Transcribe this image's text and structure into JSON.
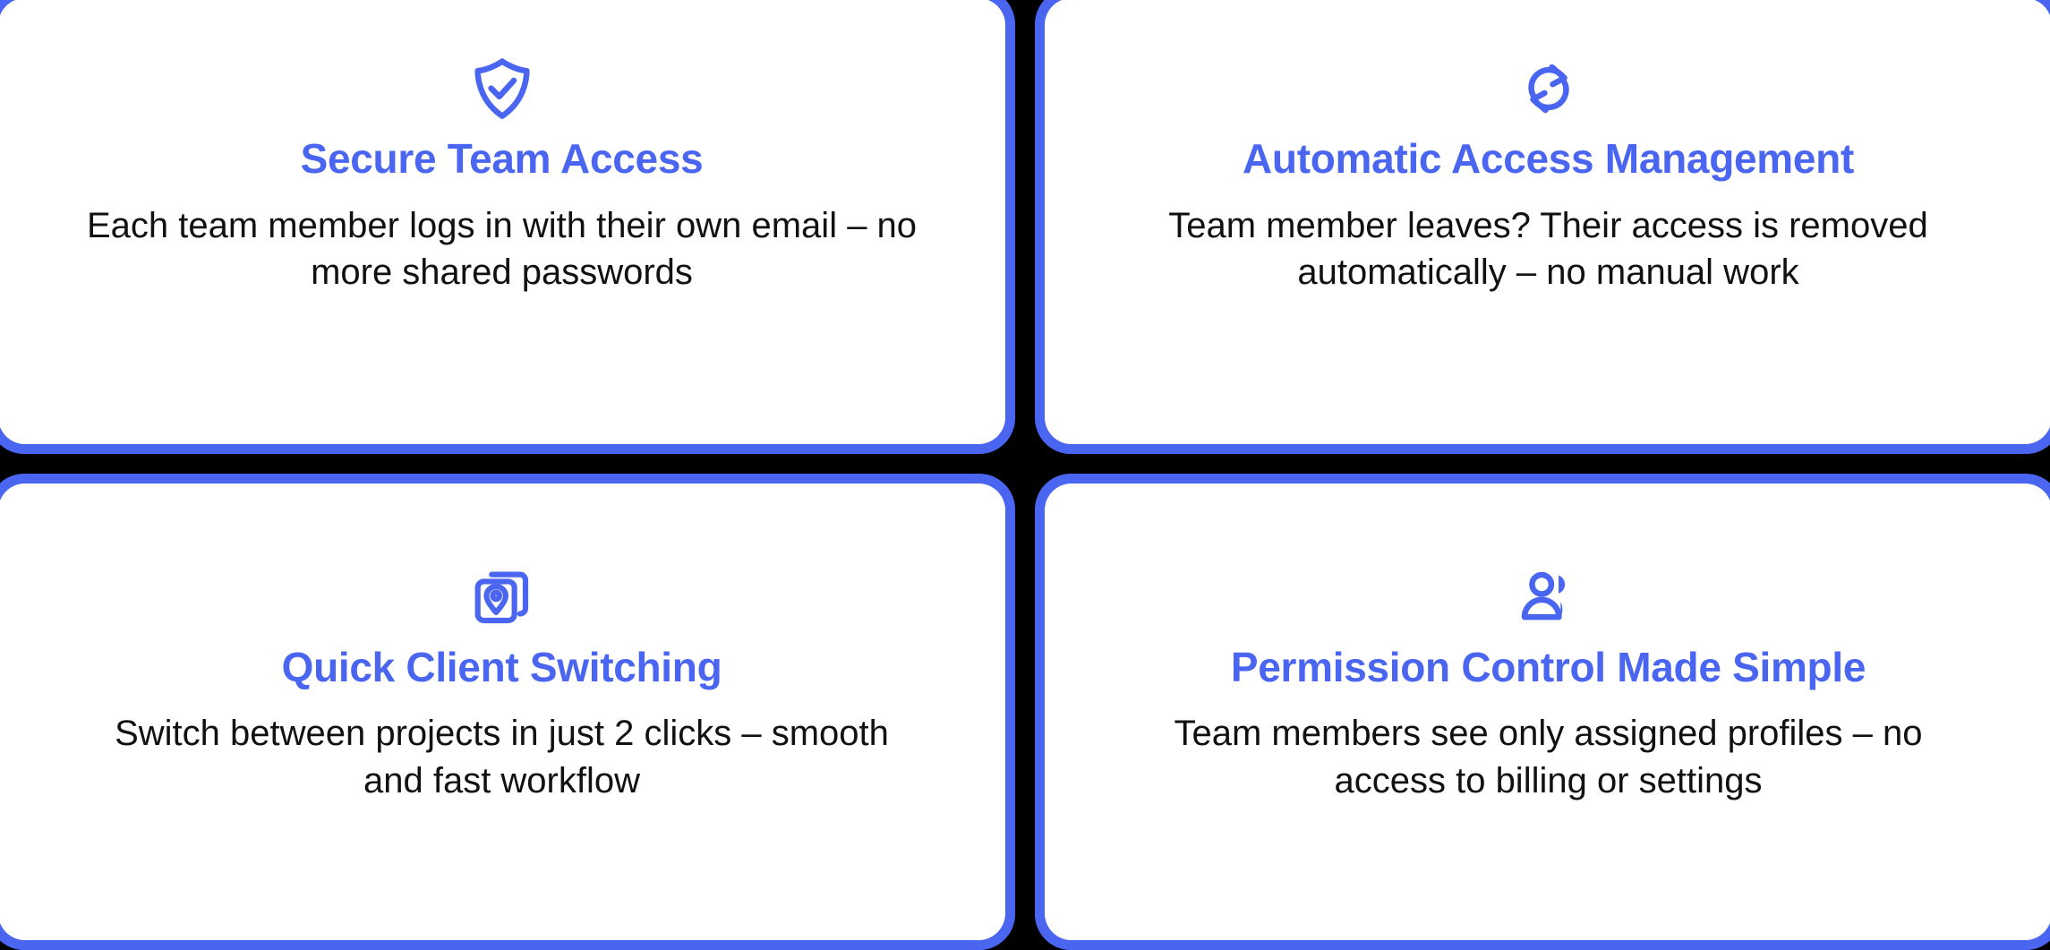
{
  "theme": {
    "accent": "#4a66f0",
    "card_background": "#ffffff",
    "page_background": "#000000",
    "body_text": "#111111"
  },
  "cards": [
    {
      "icon": "shield-check-icon",
      "title": "Secure Team Access",
      "description": "Each team member logs in with their own email – no more shared passwords"
    },
    {
      "icon": "refresh-cycle-icon",
      "title": "Automatic Access Management",
      "description": "Team member leaves? Their access is removed automatically – no manual work"
    },
    {
      "icon": "stacked-cards-pin-icon",
      "title": "Quick Client Switching",
      "description": "Switch between projects in just 2 clicks – smooth and fast workflow"
    },
    {
      "icon": "users-group-icon",
      "title": "Permission Control Made Simple",
      "description": "Team members see only assigned profiles – no access to billing or settings"
    }
  ]
}
